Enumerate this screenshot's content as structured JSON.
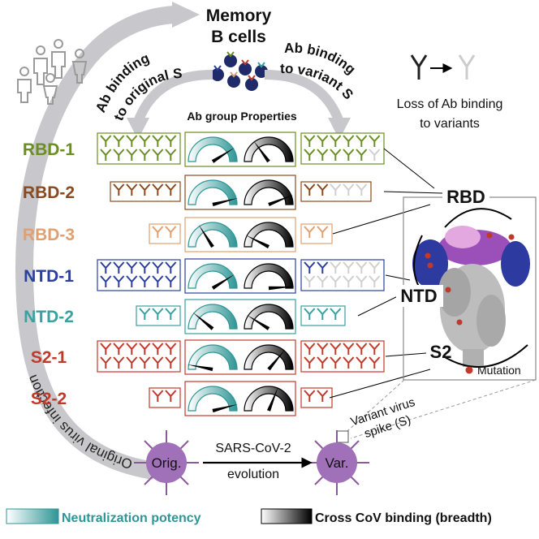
{
  "title": {
    "line1": "Memory",
    "line2": "B cells"
  },
  "arc_labels": {
    "left_line1": "Ab binding",
    "left_line2": "to original S",
    "right_line1": "Ab binding",
    "right_line2": "to variant S"
  },
  "properties_title": "Ab group Properties",
  "legend_loss": {
    "line1": "Loss of Ab binding",
    "line2": "to variants"
  },
  "groups": [
    {
      "label": "RBD-1",
      "color": "#6b8e23",
      "original_abs": 12,
      "variant_abs": 11,
      "variant_lost": 1,
      "potency": 0.82,
      "breadth": 0.3
    },
    {
      "label": "RBD-2",
      "color": "#8b4a1e",
      "original_abs": 5,
      "variant_abs": 2,
      "variant_lost": 3,
      "potency": 0.92,
      "breadth": 0.88
    },
    {
      "label": "RBD-3",
      "color": "#e0a070",
      "original_abs": 2,
      "variant_abs": 2,
      "variant_lost": 0,
      "potency": 0.32,
      "breadth": 0.15
    },
    {
      "label": "NTD-1",
      "color": "#2b3f9e",
      "original_abs": 12,
      "variant_abs": 2,
      "variant_lost": 10,
      "potency": 0.82,
      "breadth": 0.98
    },
    {
      "label": "NTD-2",
      "color": "#3aa0a0",
      "original_abs": 3,
      "variant_abs": 3,
      "variant_lost": 0,
      "potency": 0.22,
      "breadth": 0.18
    },
    {
      "label": "S2-1",
      "color": "#c0392b",
      "original_abs": 12,
      "variant_abs": 12,
      "variant_lost": 0,
      "potency": 0.06,
      "breadth": 0.72
    },
    {
      "label": "S2-2",
      "color": "#c0392b",
      "original_abs": 2,
      "variant_abs": 2,
      "variant_lost": 0,
      "potency": 0.92,
      "breadth": 0.62
    }
  ],
  "spike_labels": {
    "rbd": "RBD",
    "ntd": "NTD",
    "s2": "S2",
    "mutation": "Mutation"
  },
  "spike_caption": {
    "line1": "Variant virus",
    "line2": "spike (S)"
  },
  "infection_label": "Original virus infection",
  "virus": {
    "orig": "Orig.",
    "var": "Var.",
    "evolution_line1": "SARS-CoV-2",
    "evolution_line2": "evolution"
  },
  "legend": {
    "potency": "Neutralization potency",
    "breadth": "Cross CoV binding (breadth)"
  },
  "colors": {
    "teal": "#3a9e9e",
    "arrow_gray": "#c8c8cc",
    "mutation_red": "#c0392b",
    "virus_purple": "#a070b8"
  }
}
